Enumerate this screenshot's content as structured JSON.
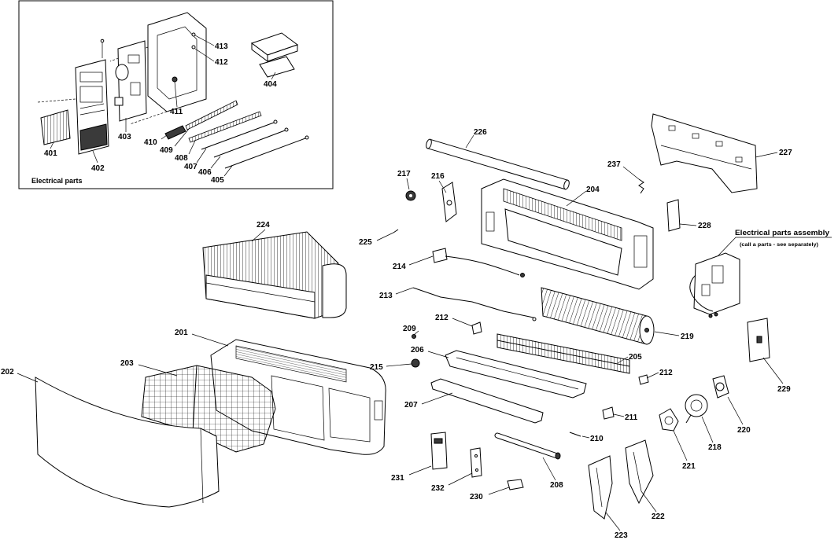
{
  "inset": {
    "title": "Electrical parts"
  },
  "assembly": {
    "title": "Electrical parts assembly",
    "note": "(call a parts - see separately)"
  },
  "labels": {
    "p413": "413",
    "p412": "412",
    "p404": "404",
    "p411": "411",
    "p401": "401",
    "p402": "402",
    "p403": "403",
    "p410": "410",
    "p409": "409",
    "p408": "408",
    "p407": "407",
    "p406": "406",
    "p405": "405",
    "p226": "226",
    "p217": "217",
    "p216": "216",
    "p237": "237",
    "p227": "227",
    "p204": "204",
    "p228": "228",
    "p224": "224",
    "p225": "225",
    "p214": "214",
    "p213": "213",
    "p219": "219",
    "p209": "209",
    "p212a": "212",
    "p201": "201",
    "p206": "206",
    "p205": "205",
    "p215": "215",
    "p212b": "212",
    "p203": "203",
    "p202": "202",
    "p207": "207",
    "p211": "211",
    "p210": "210",
    "p229": "229",
    "p220": "220",
    "p218": "218",
    "p221": "221",
    "p231": "231",
    "p232": "232",
    "p230": "230",
    "p208": "208",
    "p222": "222",
    "p223": "223"
  }
}
